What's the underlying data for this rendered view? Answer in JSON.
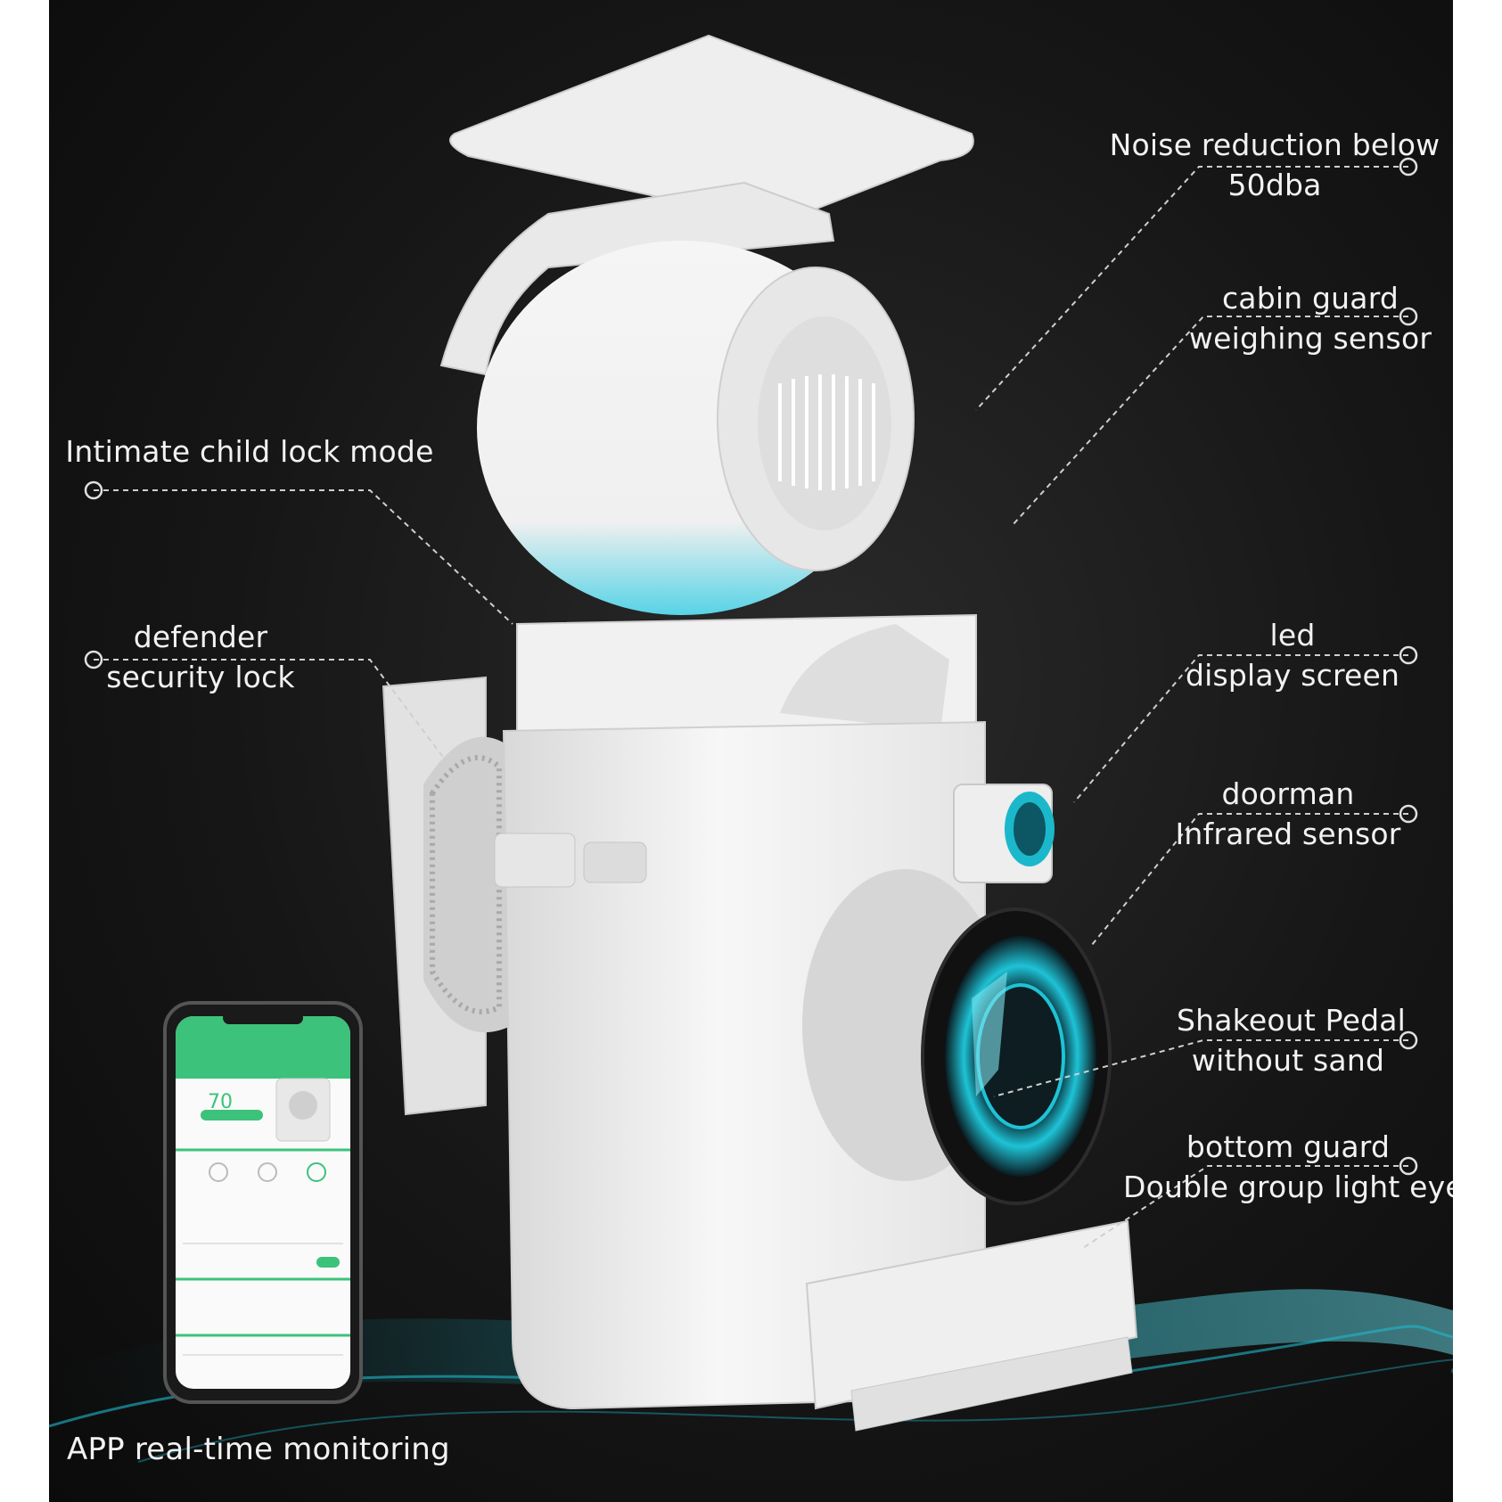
{
  "callouts": {
    "noise": [
      "Noise reduction below",
      "50dba"
    ],
    "cabin_guard": [
      "cabin guard",
      "weighing sensor"
    ],
    "child_lock": [
      "Intimate child lock mode"
    ],
    "defender": [
      "defender",
      "security lock"
    ],
    "led": [
      "led",
      "display screen"
    ],
    "doorman": [
      "doorman",
      "Infrared sensor"
    ],
    "shakeout": [
      "Shakeout Pedal",
      "without sand"
    ],
    "bottom_guard": [
      "bottom guard",
      "Double group light eyes"
    ],
    "app": "APP real-time monitoring"
  },
  "phone": {
    "percent": "70"
  },
  "colors": {
    "background": "#141414",
    "product": "#f3f3f3",
    "accent_cyan": "#1ec3d6",
    "app_green": "#3cc27a",
    "callout_line": "#cfcfcf"
  }
}
